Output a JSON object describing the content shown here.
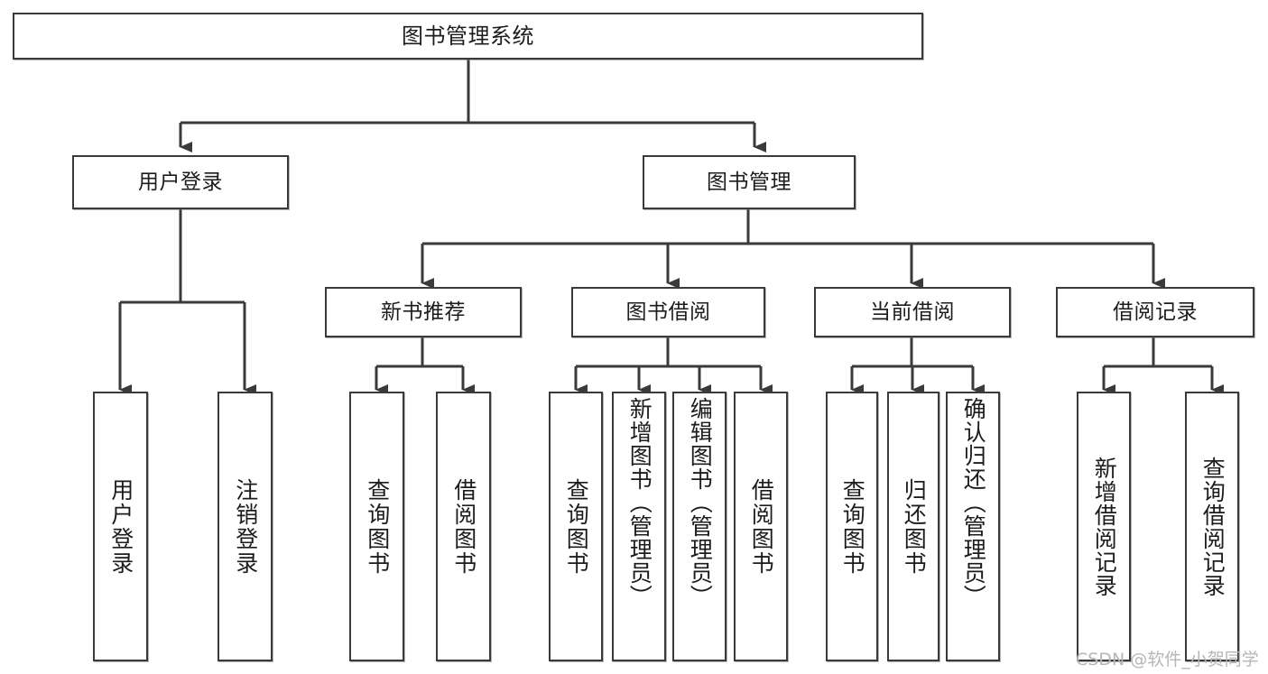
{
  "diagram": {
    "title": "图书管理系统",
    "type": "tree",
    "style": {
      "border_color": "#3a3a3a",
      "line_color": "#3a3a3a",
      "background": "#ffffff",
      "text_color": "#1c1c1c",
      "watermark_color": "#b6b6b6"
    },
    "root": {
      "label": "图书管理系统"
    },
    "level2": [
      {
        "label": "用户登录"
      },
      {
        "label": "图书管理"
      }
    ],
    "level3": [
      {
        "label": "新书推荐"
      },
      {
        "label": "图书借阅"
      },
      {
        "label": "当前借阅"
      },
      {
        "label": "借阅记录"
      }
    ],
    "leaves": {
      "user_login": [
        {
          "label": "用户登录"
        },
        {
          "label": "注销登录"
        }
      ],
      "new_book_recommend": [
        {
          "label": "查询图书"
        },
        {
          "label": "借阅图书"
        }
      ],
      "book_borrow": [
        {
          "label": "查询图书"
        },
        {
          "label": "新增图书（管理员）"
        },
        {
          "label": "编辑图书（管理员）"
        },
        {
          "label": "借阅图书"
        }
      ],
      "current_borrow": [
        {
          "label": "查询图书"
        },
        {
          "label": "归还图书"
        },
        {
          "label": "确认归还（管理员）"
        }
      ],
      "borrow_record": [
        {
          "label": "新增借阅记录"
        },
        {
          "label": "查询借阅记录"
        }
      ]
    }
  },
  "watermark": {
    "text": "CSDN @软件_小贺同学"
  }
}
